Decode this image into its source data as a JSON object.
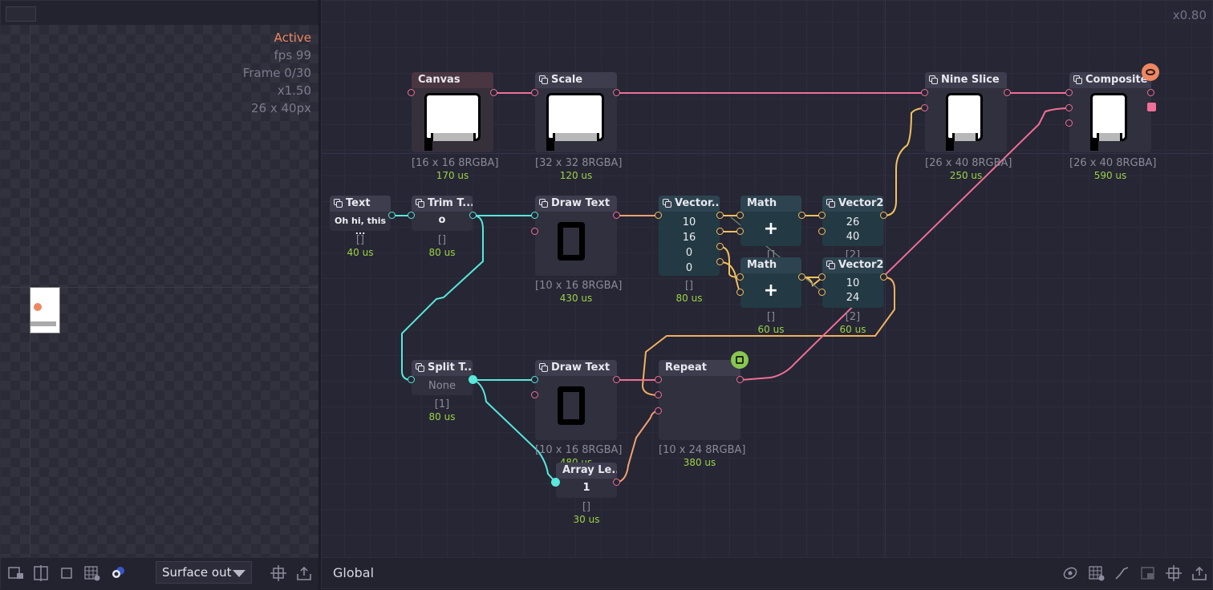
{
  "preview": {
    "status": "Active",
    "fps": "fps 99",
    "frame": "Frame 0/30",
    "scale": "x1.50",
    "size": "26 x 40px"
  },
  "preview_toolbar": {
    "dropdown_value": "Surface out"
  },
  "graph": {
    "zoom": "x0.80",
    "context": "Global"
  },
  "nodes": {
    "canvas": {
      "title": "Canvas",
      "sub": "[16 x 16 8RGBA]",
      "time": "170 us"
    },
    "scale": {
      "title": "Scale",
      "sub": "[32 x 32 8RGBA]",
      "time": "120 us"
    },
    "nine_slice": {
      "title": "Nine Slice",
      "sub": "[26 x 40 8RGBA]",
      "time": "250 us"
    },
    "composite": {
      "title": "Composite",
      "sub": "[26 x 40 8RGBA]",
      "time": "590 us"
    },
    "text": {
      "title": "Text",
      "value": "Oh hi, this ...",
      "sub": "[]",
      "time": "40 us"
    },
    "trim_text": {
      "title": "Trim T...",
      "value": "o",
      "sub": "[]",
      "time": "80 us"
    },
    "draw_text_1": {
      "title": "Draw Text",
      "sub": "[10 x 16 8RGBA]",
      "time": "430 us"
    },
    "vector4": {
      "title": "Vector...",
      "values": [
        "10",
        "16",
        "0",
        "0"
      ],
      "sub": "[]",
      "time": "80 us"
    },
    "math_1": {
      "title": "Math",
      "op": "+",
      "sub": "[]"
    },
    "vector2_1": {
      "title": "Vector2",
      "values": [
        "26",
        "40"
      ],
      "sub": "[2]"
    },
    "math_2": {
      "title": "Math",
      "op": "+",
      "sub": "[]",
      "time": "60 us"
    },
    "vector2_2": {
      "title": "Vector2",
      "values": [
        "10",
        "24"
      ],
      "sub": "[2]",
      "time": "60 us"
    },
    "split_text": {
      "title": "Split T...",
      "value": "None",
      "sub": "[1]",
      "time": "80 us"
    },
    "draw_text_2": {
      "title": "Draw Text",
      "sub": "[10 x 16 8RGBA]",
      "time": "480 us"
    },
    "repeat": {
      "title": "Repeat",
      "sub": "[10 x 24 8RGBA]",
      "time": "380 us"
    },
    "array_length": {
      "title": "Array Le...",
      "value": "1",
      "sub": "[]",
      "time": "30 us"
    }
  },
  "colors": {
    "surface_wire": "#f06f95",
    "text_wire": "#58e8dc",
    "number_wire": "#f2c260",
    "accent": "#ee8761",
    "time": "#9cd246"
  }
}
